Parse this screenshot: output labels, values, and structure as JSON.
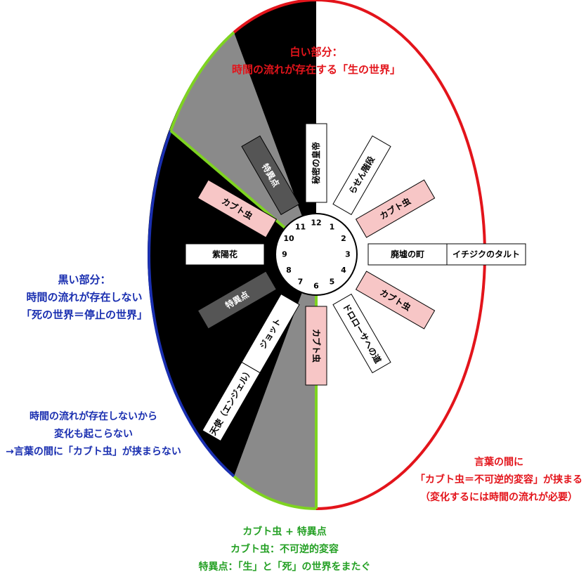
{
  "annotations": {
    "white_part": [
      "白い部分：",
      "時間の流れが存在する「生の世界」"
    ],
    "black_part": [
      "黒い部分：",
      "時間の流れが存在しない",
      "「死の世界＝停止の世界」"
    ],
    "reason": [
      "時間の流れが存在しないから",
      "変化も起こらない",
      "→言葉の間に「カブト虫」が挟まらない"
    ],
    "needed": [
      "言葉の間に",
      "「カブト虫＝不可逆的変容」が挟まる",
      "（変化するには時間の流れが必要）"
    ],
    "legend": [
      "カブト虫 + 特異点",
      "カブト虫：不可逆的変容",
      "特異点：「生」と「死」の世界をまたぐ"
    ]
  },
  "clock_numbers": [
    "12",
    "1",
    "2",
    "3",
    "4",
    "5",
    "6",
    "7",
    "8",
    "9",
    "10",
    "11"
  ],
  "spokes": [
    {
      "hour": 0,
      "label": "秘密の皇帝",
      "type": "plain"
    },
    {
      "hour": 1,
      "label": "らせん階段",
      "type": "plain"
    },
    {
      "hour": 2,
      "label": "カブト虫",
      "type": "kabuto"
    },
    {
      "hour": 3,
      "label": "廃墟の町",
      "label2": "イチジクのタルト",
      "type": "plain"
    },
    {
      "hour": 4,
      "label": "カブト虫",
      "type": "kabuto"
    },
    {
      "hour": 5,
      "label": "ドロローサへの道",
      "type": "plain"
    },
    {
      "hour": 6,
      "label": "カブト虫",
      "type": "kabuto"
    },
    {
      "hour": 7,
      "label": "ジョット",
      "label2": "天使（エンジェル）",
      "type": "plain"
    },
    {
      "hour": 8,
      "label": "特異点",
      "type": "singular"
    },
    {
      "hour": 9,
      "label": "紫陽花",
      "type": "plain"
    },
    {
      "hour": 10,
      "label": "カブト虫",
      "type": "kabuto"
    },
    {
      "hour": 11,
      "label": "特異点",
      "type": "singular"
    }
  ],
  "colors": {
    "red": "#e3141b",
    "blue": "#1a2fb0",
    "green": "#24a024",
    "lightgreen": "#7ed321",
    "kabuto_fill": "#f7c6c6",
    "singular_fill": "#555555",
    "gray_wedge": "#8a8a8a",
    "black": "#000000"
  }
}
